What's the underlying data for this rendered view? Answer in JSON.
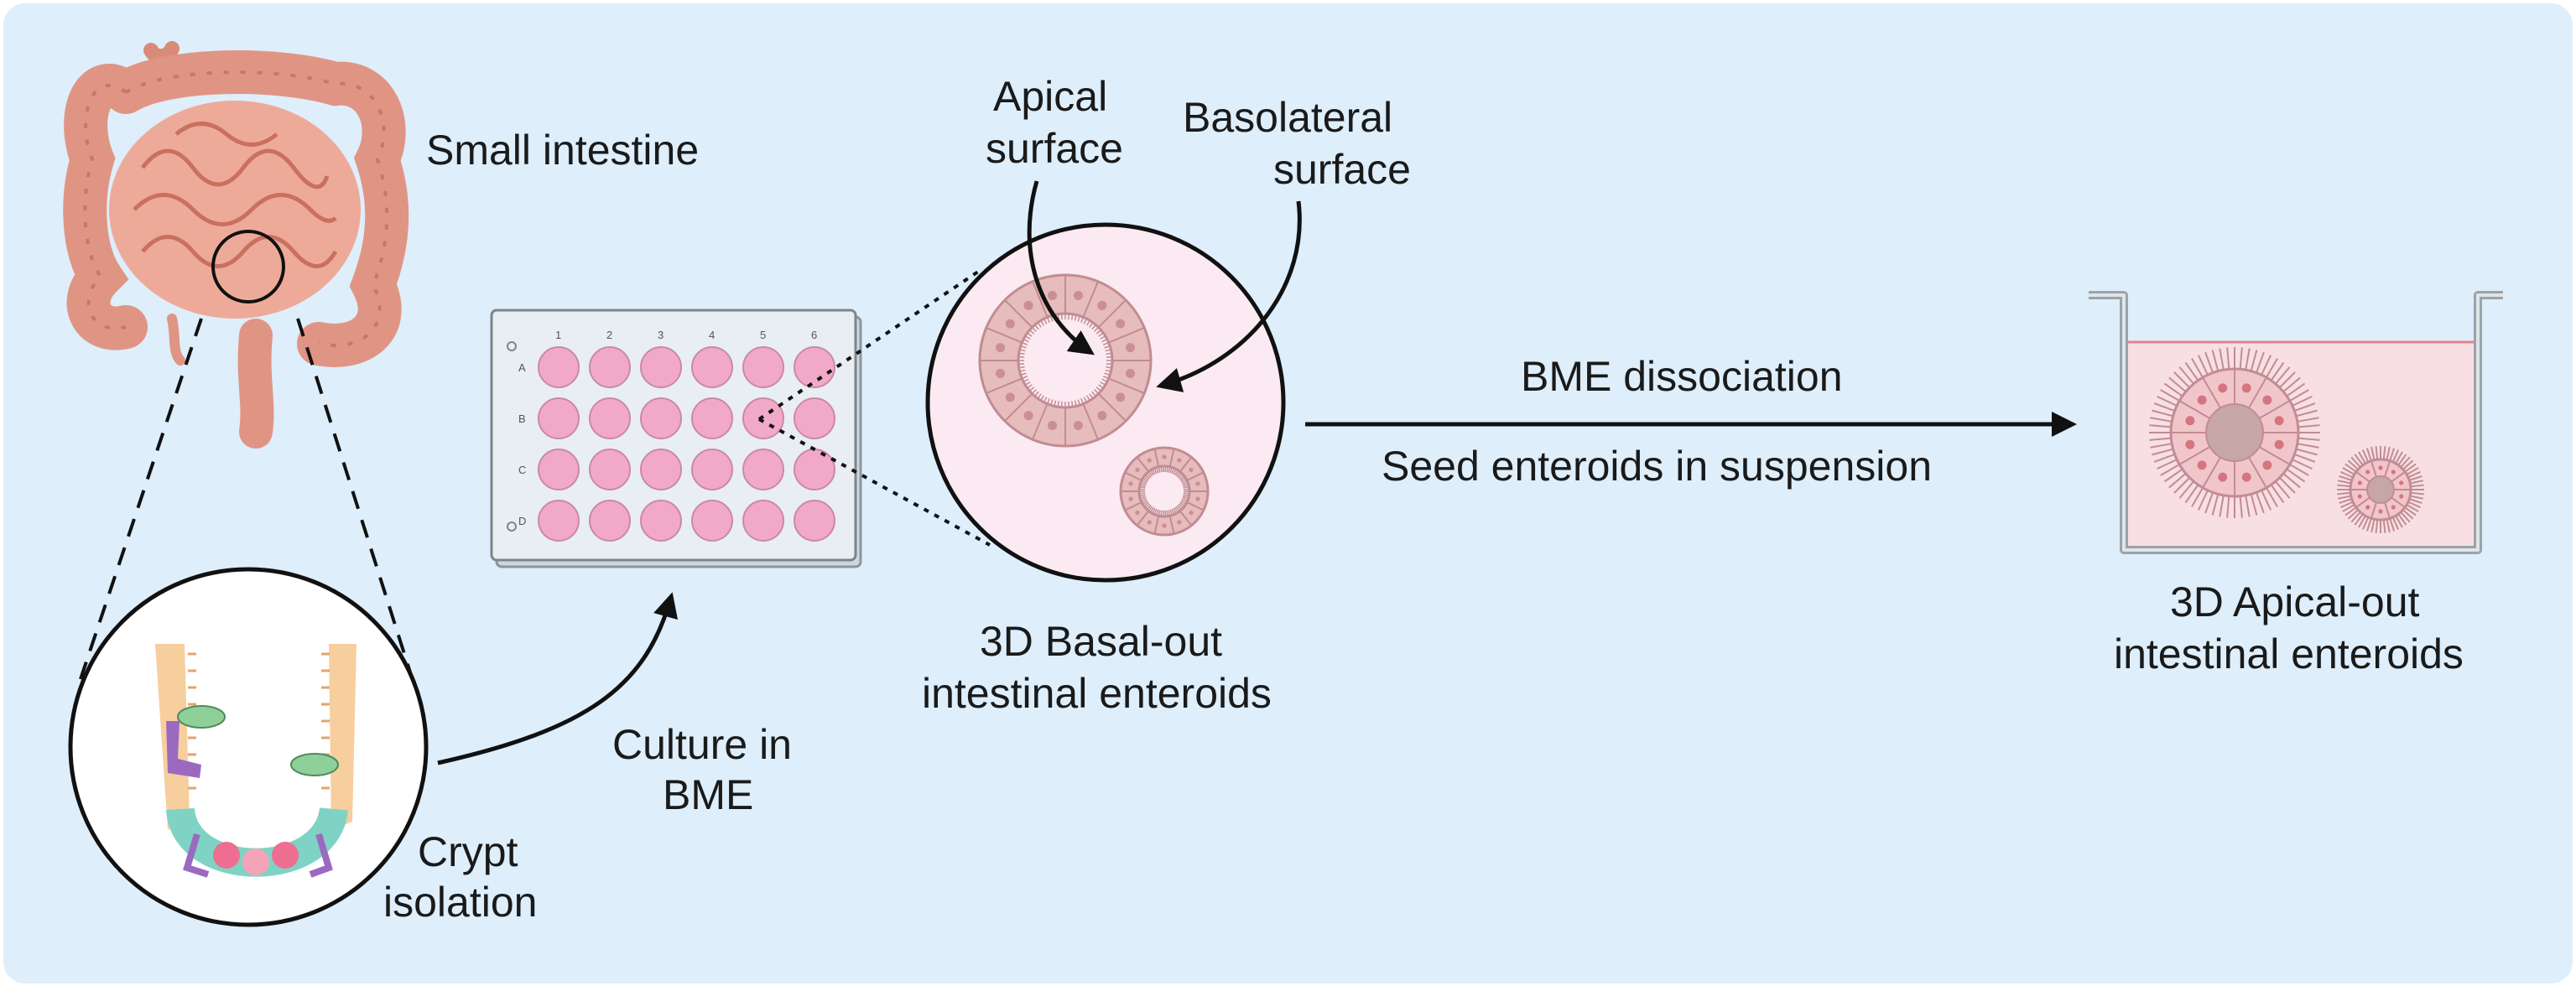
{
  "labels": {
    "small_intestine": "Small intestine",
    "crypt_isolation": [
      "Crypt",
      "isolation"
    ],
    "culture_in_bme": [
      "Culture in",
      "BME"
    ],
    "apical_surface": [
      "Apical",
      "surface"
    ],
    "basolateral_surface": [
      "Basolateral",
      "surface"
    ],
    "basal_out": [
      "3D Basal-out",
      "intestinal enteroids"
    ],
    "bme_dissociation": "BME dissociation",
    "seed_enteroids": "Seed enteroids in suspension",
    "apical_out": [
      "3D Apical-out",
      "intestinal enteroids"
    ]
  },
  "plate": {
    "columns": [
      "1",
      "2",
      "3",
      "4",
      "5",
      "6"
    ],
    "rows": [
      "A",
      "B",
      "C",
      "D"
    ]
  },
  "colors": {
    "background": "#deeefb",
    "intestine": "#e9a08f",
    "well_fill": "#f2a9c7",
    "enteroid": "#e7bcbc",
    "crypt_cells": "#f7ce9e",
    "goblet_cell": "#8ecf9a",
    "stem_cell": "#7fd3c4",
    "paneth_cell": "#ee6e92",
    "tuft_cell": "#9b6ac0"
  }
}
